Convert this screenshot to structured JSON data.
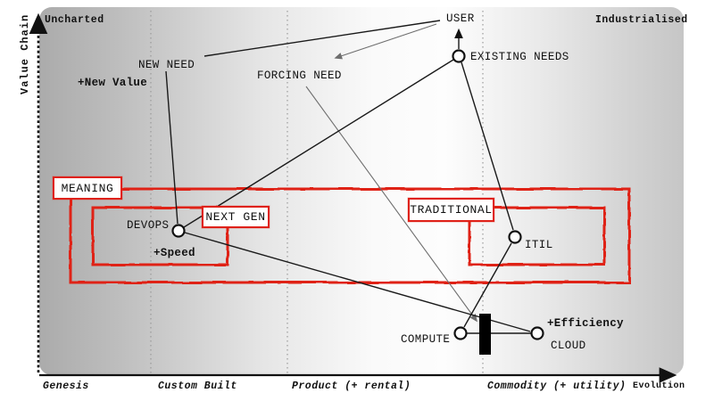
{
  "corners": {
    "top_left": "Uncharted",
    "top_right": "Industrialised"
  },
  "axes": {
    "y": {
      "label": "Value Chain"
    },
    "x": {
      "label": "Evolution",
      "stages": [
        "Genesis",
        "Custom Built",
        "Product (+ rental)",
        "Commodity (+ utility)"
      ]
    }
  },
  "nodes": {
    "user": {
      "label": "USER"
    },
    "existing_needs": {
      "label": "EXISTING NEEDS"
    },
    "new_need": {
      "label": "NEW NEED"
    },
    "forcing_need": {
      "label": "FORCING NEED"
    },
    "devops": {
      "label": "DEVOPS"
    },
    "itil": {
      "label": "ITIL"
    },
    "compute": {
      "label": "COMPUTE"
    },
    "cloud": {
      "label": "CLOUD"
    }
  },
  "group_boxes": {
    "meaning": {
      "label": "MEANING"
    },
    "next_gen": {
      "label": "NEXT GEN"
    },
    "traditional": {
      "label": "TRADITIONAL"
    }
  },
  "annotations": {
    "new_value": "+New Value",
    "speed": "+Speed",
    "efficiency": "+Efficiency"
  },
  "edges": [
    {
      "from": "new_need",
      "to": "user",
      "style": "solid"
    },
    {
      "from": "existing_needs",
      "to": "user",
      "style": "solid-arrow"
    },
    {
      "from": "existing_needs",
      "to": "devops",
      "style": "solid"
    },
    {
      "from": "existing_needs",
      "to": "itil",
      "style": "solid"
    },
    {
      "from": "new_need",
      "to": "devops",
      "style": "solid"
    },
    {
      "from": "devops",
      "to": "cloud",
      "style": "solid"
    },
    {
      "from": "itil",
      "to": "compute",
      "style": "solid"
    },
    {
      "from": "compute",
      "to": "cloud",
      "style": "solid-through-inertia-bar"
    },
    {
      "from": "user",
      "to": "forcing_need",
      "style": "thin-gray-arrow"
    },
    {
      "from": "forcing_need",
      "to": "inertia_bar",
      "style": "thin-gray-arrow"
    }
  ],
  "colors": {
    "red": "#df2118",
    "ink": "#111111",
    "thin_line": "#6e6e6e",
    "inertia": "#000000"
  }
}
